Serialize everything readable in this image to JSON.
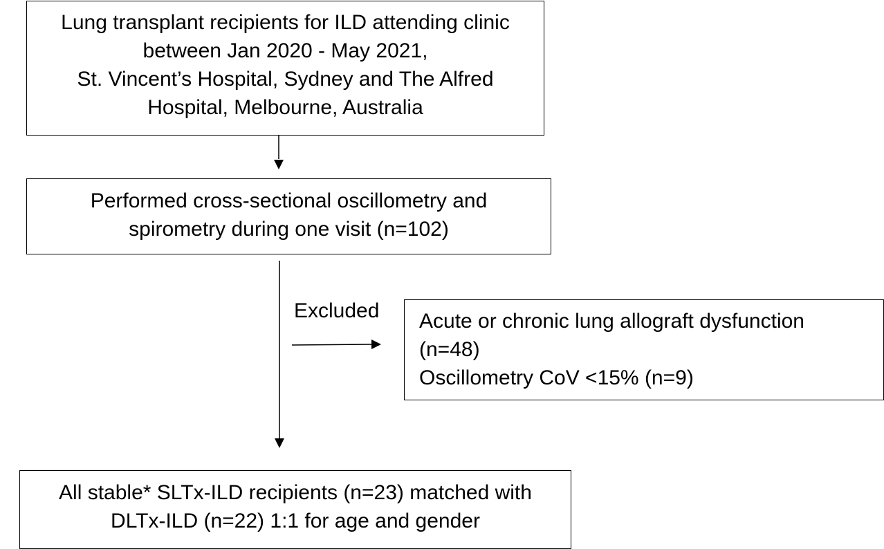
{
  "boxes": {
    "enrollment": {
      "lines": [
        "Lung transplant recipients for ILD attending clinic",
        "between Jan 2020 - May 2021,",
        "St. Vincent’s Hospital, Sydney and The Alfred",
        "Hospital, Melbourne, Australia"
      ]
    },
    "performed": {
      "lines": [
        "Performed cross-sectional oscillometry and",
        "spirometry during one visit (n=102)"
      ]
    },
    "excluded": {
      "label": "Excluded",
      "lines": [
        "Acute or chronic lung allograft dysfunction",
        "(n=48)",
        "Oscillometry CoV <15% (n=9)"
      ]
    },
    "final": {
      "lines": [
        "All stable* SLTx-ILD recipients (n=23) matched with",
        "DLTx-ILD (n=22) 1:1 for age and gender"
      ]
    }
  },
  "colors": {
    "stroke": "#000000",
    "background": "#ffffff"
  }
}
